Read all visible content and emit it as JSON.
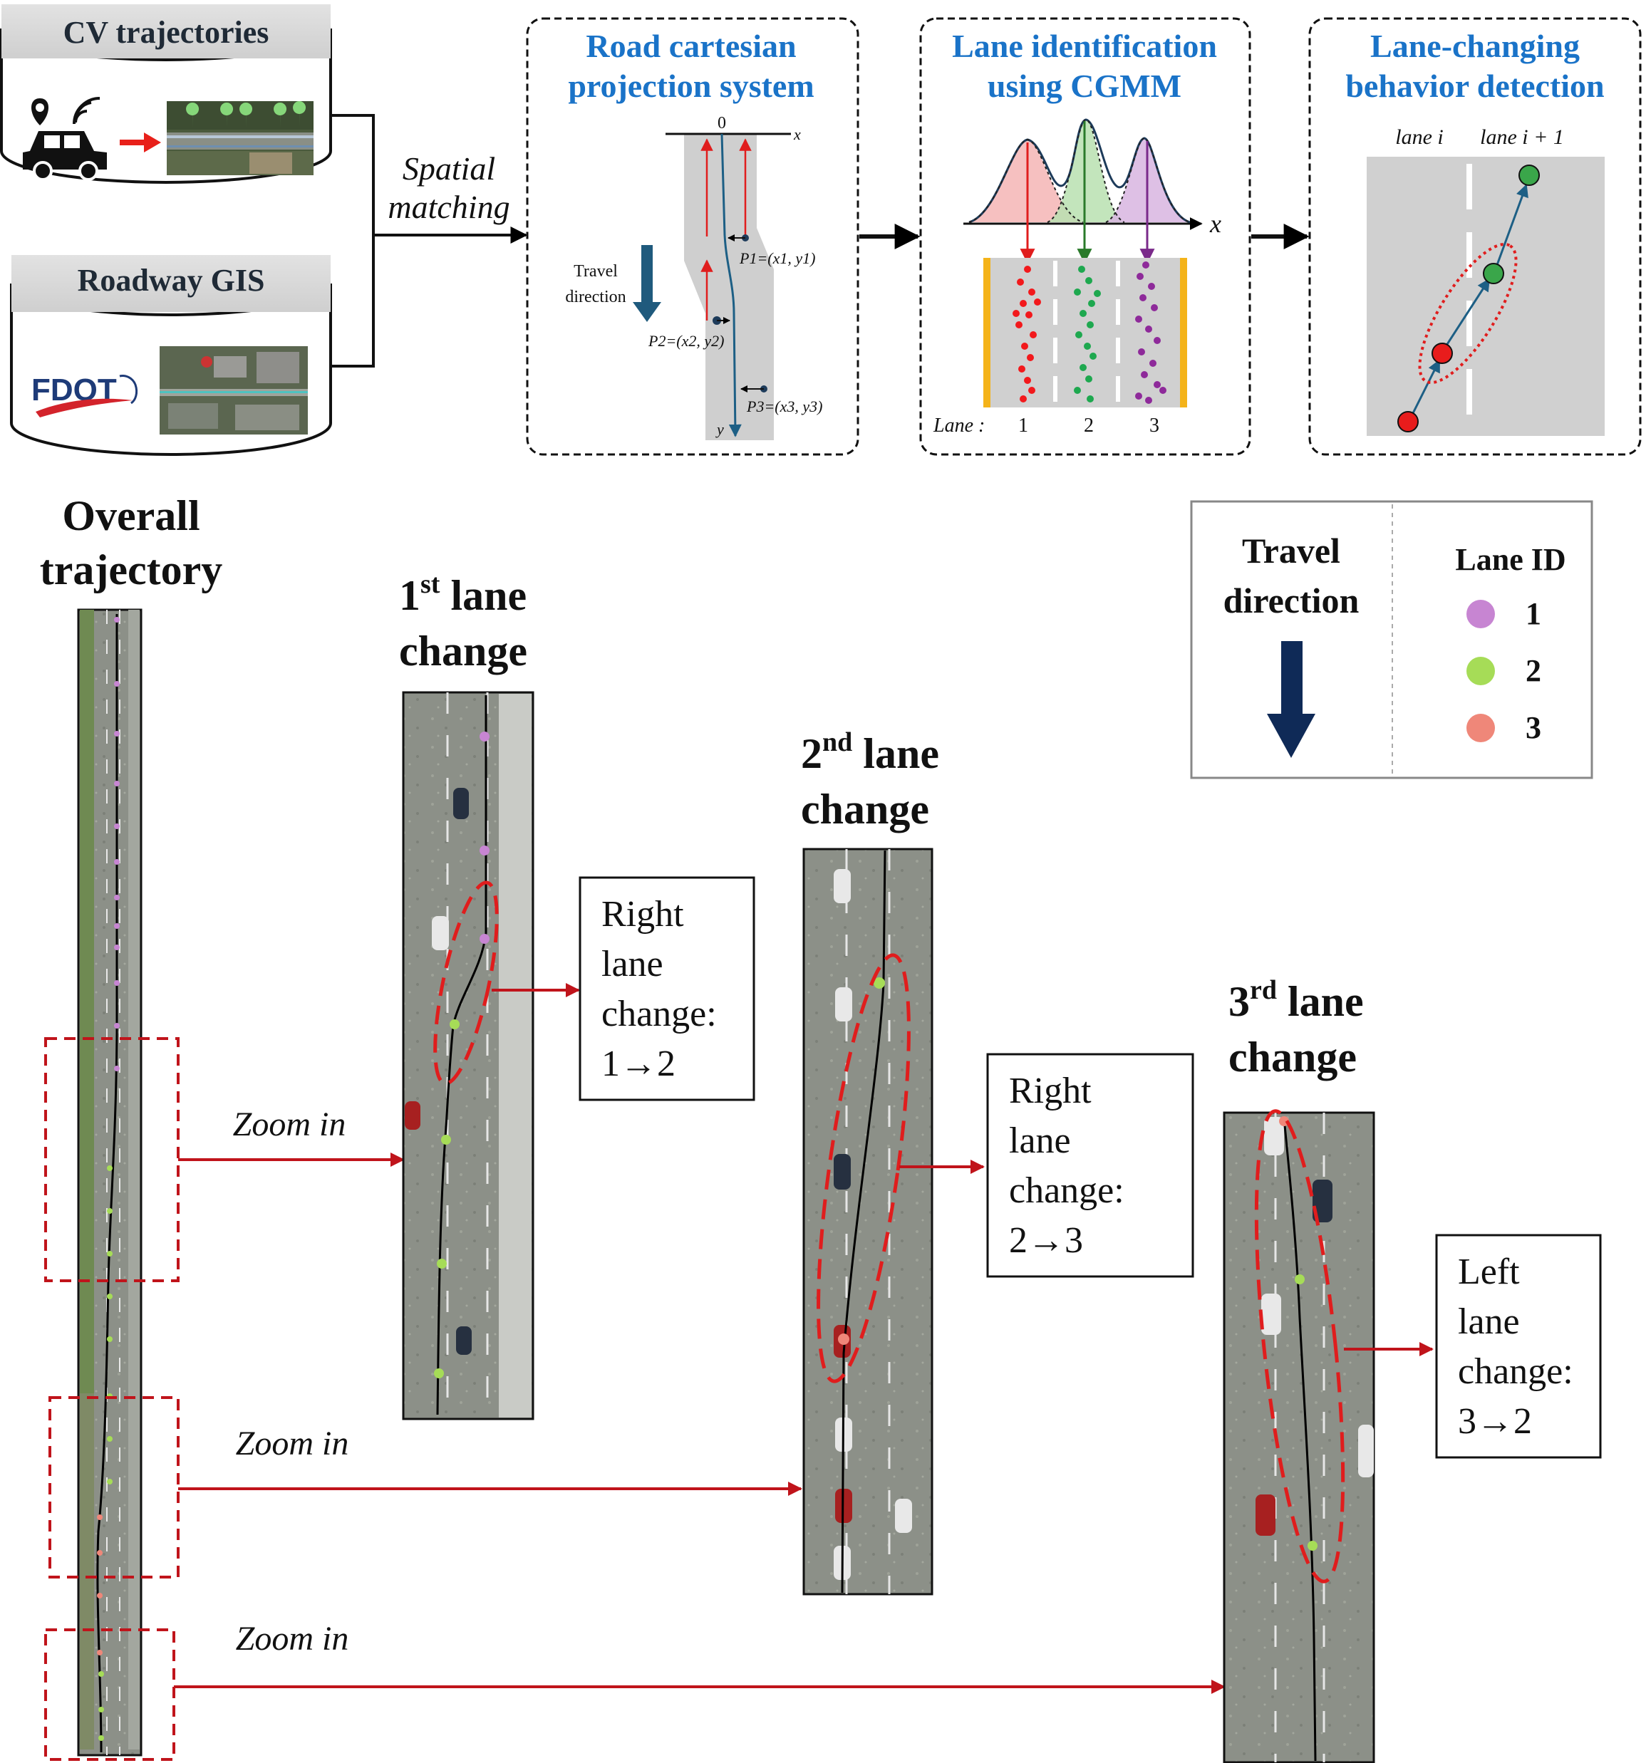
{
  "cv_trajectories": {
    "title": "CV trajectories"
  },
  "roadway_gis": {
    "title": "Roadway GIS",
    "logo_text": "FDOT"
  },
  "spatial_matching": {
    "line1": "Spatial",
    "line2": "matching"
  },
  "step1": {
    "title_line1": "Road cartesian",
    "title_line2": "projection system",
    "origin": "0",
    "x_axis": "x",
    "y_axis": "y",
    "travel_line1": "Travel",
    "travel_line2": "direction",
    "p1": "P1=(x1, y1)",
    "p2": "P2=(x2, y2)",
    "p3": "P3=(x3, y3)"
  },
  "step2": {
    "title_line1": "Lane identification",
    "title_line2": "using CGMM",
    "x_axis": "x",
    "lane_label": "Lane :",
    "lanes": [
      "1",
      "2",
      "3"
    ],
    "colors": {
      "lane1": "#f2191c",
      "lane2": "#1ea84f",
      "lane3": "#8e2a9a"
    }
  },
  "step3": {
    "title_line1": "Lane-changing",
    "title_line2": "behavior detection",
    "lane_left": "lane i",
    "lane_right": "lane i + 1"
  },
  "overall": {
    "line1": "Overall",
    "line2": "trajectory"
  },
  "legend": {
    "travel_line1": "Travel",
    "travel_line2": "direction",
    "lane_id_title": "Lane ID",
    "items": [
      {
        "label": "1",
        "color": "#c785d2"
      },
      {
        "label": "2",
        "color": "#a6dc57"
      },
      {
        "label": "3",
        "color": "#ef8779"
      }
    ]
  },
  "zoom_label": "Zoom in",
  "changes": [
    {
      "title_num": "1",
      "title_sup": "st",
      "title_rest": " lane",
      "title_line2": "change",
      "caption": [
        "Right",
        "lane",
        "change:",
        "1→2"
      ]
    },
    {
      "title_num": "2",
      "title_sup": "nd",
      "title_rest": " lane",
      "title_line2": "change",
      "caption": [
        "Right",
        "lane",
        "change:",
        "2→3"
      ]
    },
    {
      "title_num": "3",
      "title_sup": "rd",
      "title_rest": " lane",
      "title_line2": "change",
      "caption": [
        "Left",
        "lane",
        "change:",
        "3→2"
      ]
    }
  ]
}
